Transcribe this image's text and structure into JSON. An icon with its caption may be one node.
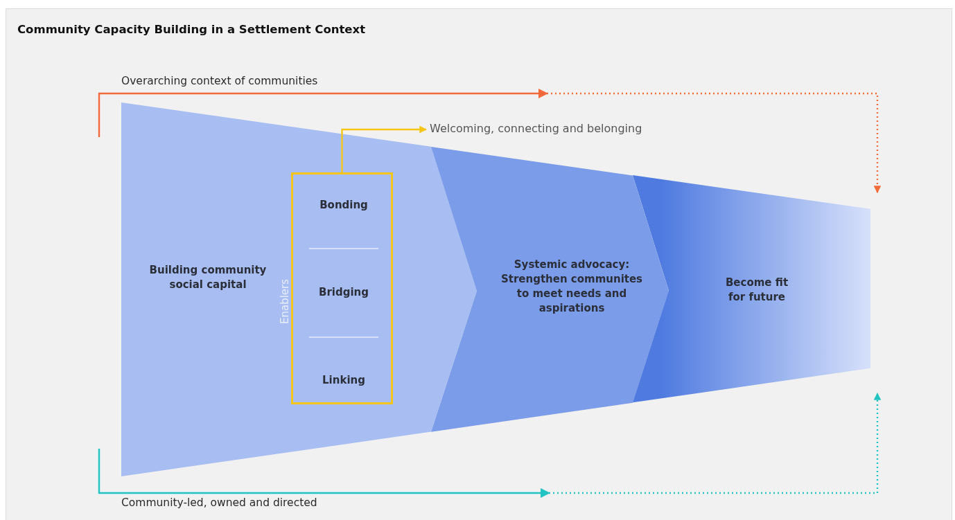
{
  "diagram": {
    "title": "Community Capacity Building in a Settlement Context",
    "nodes": [
      {
        "text": [
          "Building community social capital"
        ]
      },
      {
        "text": [
          "Enablers"
        ],
        "in": 0
      },
      {
        "text": [
          "Bonding"
        ],
        "in": 1
      },
      {
        "text": [
          "Bridging"
        ],
        "in": 1
      },
      {
        "text": [
          "Linking"
        ],
        "in": 1
      },
      {
        "text": [
          "Systemic advocacy: Strengthen communites to meet needs and aspirations"
        ]
      },
      {
        "text": [
          "Become fit for future"
        ]
      },
      {
        "text": [
          "Welcoming, connecting and belonging"
        ]
      }
    ],
    "edges": [
      {
        "from": null,
        "to": 6,
        "arrow": "to",
        "label": "Overarching context of communities",
        "style": "dashed",
        "color": "#f26a3a"
      },
      {
        "from": null,
        "to": 6,
        "arrow": "to",
        "label": "Community-led, owned and directed",
        "style": "dashed",
        "color": "#22c3c3"
      },
      {
        "from": 1,
        "to": 7,
        "arrow": "to",
        "color": "#f5c518"
      }
    ]
  }
}
